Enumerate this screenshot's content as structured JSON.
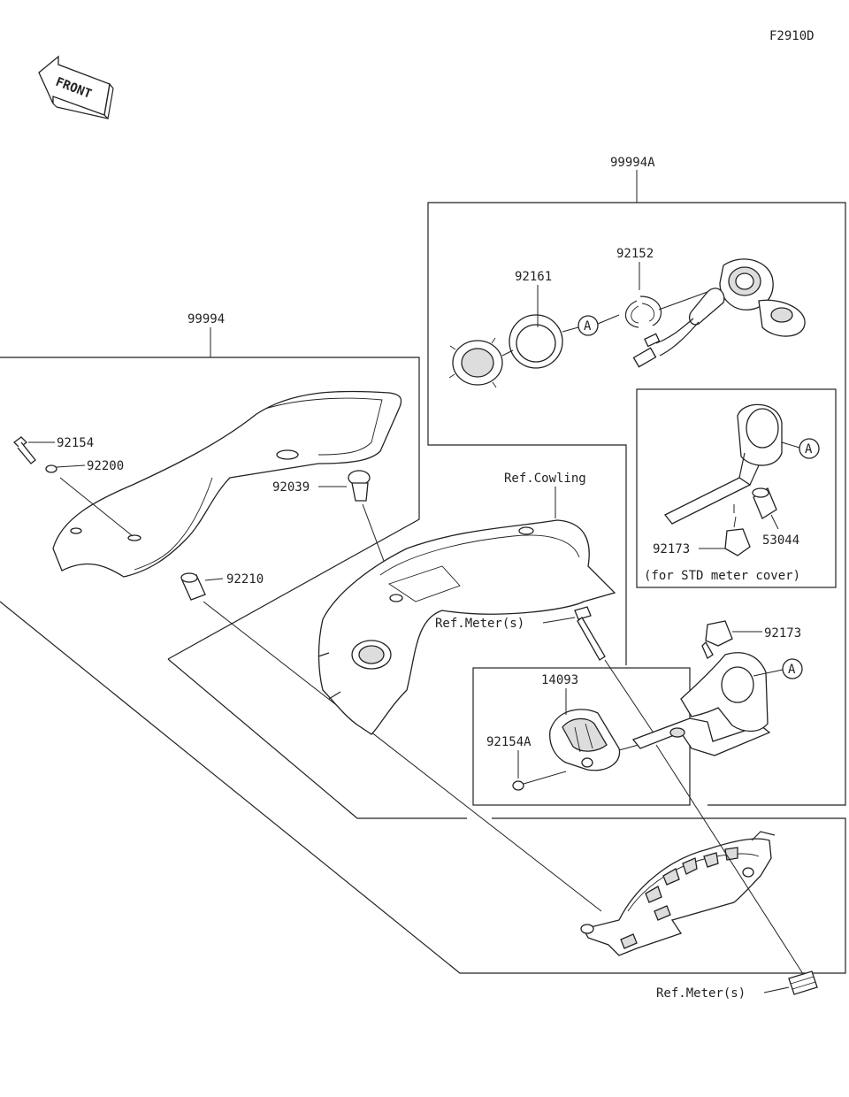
{
  "figure_code": "F2910D",
  "front_arrow": "FRONT",
  "labels": {
    "p99994": "99994",
    "p99994A": "99994A",
    "p92152": "92152",
    "p92161": "92161",
    "p92154": "92154",
    "p92200": "92200",
    "p92039": "92039",
    "p92210": "92210",
    "ref_cowling": "Ref.Cowling",
    "ref_meter_1": "Ref.Meter(s)",
    "ref_meter_2": "Ref.Meter(s)",
    "p92173_a": "92173",
    "p53044": "53044",
    "for_std": "(for STD meter cover)",
    "p92173_b": "92173",
    "p14093": "14093",
    "p92154A": "92154A"
  },
  "markers": {
    "a1": "A",
    "a2": "A",
    "a3": "A"
  }
}
